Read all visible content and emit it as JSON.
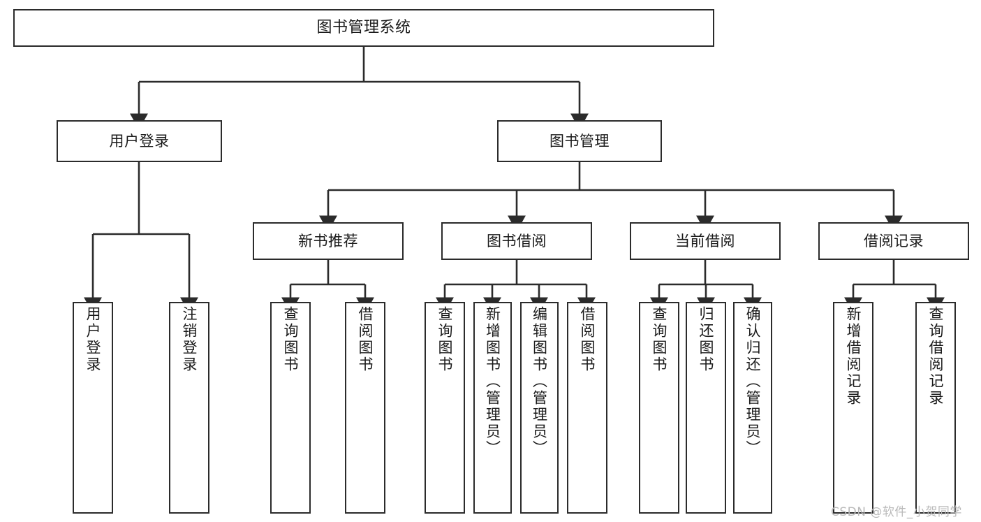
{
  "diagram": {
    "title": "图书管理系统",
    "type": "tree-hierarchy-diagram",
    "root": {
      "label": "图书管理系统"
    },
    "level1": [
      {
        "label": "用户登录"
      },
      {
        "label": "图书管理"
      }
    ],
    "level2": [
      {
        "label": "新书推荐"
      },
      {
        "label": "图书借阅"
      },
      {
        "label": "当前借阅"
      },
      {
        "label": "借阅记录"
      }
    ],
    "leaves": {
      "user_login": [
        {
          "label": "用户登录"
        },
        {
          "label": "注销登录"
        }
      ],
      "new_book_recommend": [
        {
          "label": "查询图书"
        },
        {
          "label": "借阅图书"
        }
      ],
      "book_borrow": [
        {
          "label": "查询图书"
        },
        {
          "label": "新增图书（管理员）"
        },
        {
          "label": "编辑图书（管理员）"
        },
        {
          "label": "借阅图书"
        }
      ],
      "current_borrow": [
        {
          "label": "查询图书"
        },
        {
          "label": "归还图书"
        },
        {
          "label": "确认归还（管理员）"
        }
      ],
      "borrow_record": [
        {
          "label": "新增借阅记录"
        },
        {
          "label": "查询借阅记录"
        }
      ]
    }
  },
  "watermark": {
    "text": "CSDN @软件_小贺同学"
  },
  "colors": {
    "stroke": "#2b2b2b",
    "fill": "#ffffff",
    "text": "#1a1a1a",
    "watermark": "#b9b9b9"
  }
}
